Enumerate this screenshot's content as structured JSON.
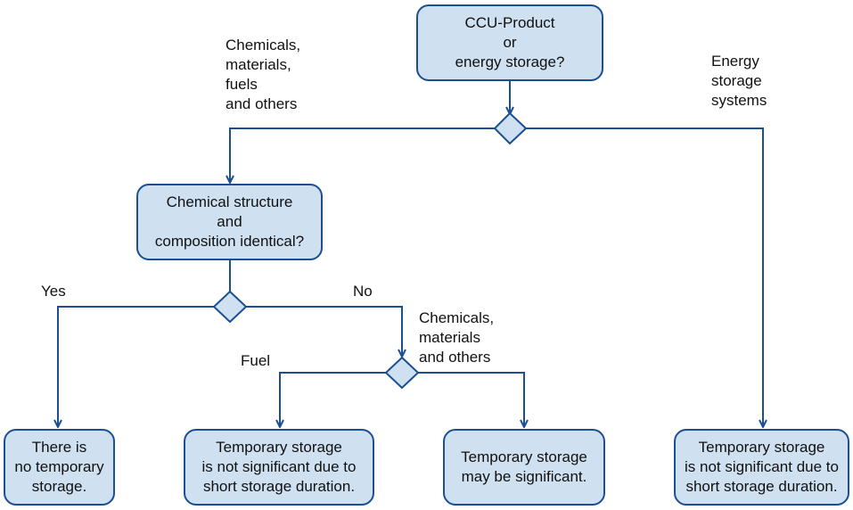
{
  "nodes": {
    "root": "CCU-Product\nor\nenergy storage?",
    "chem_structure": "Chemical structure\nand\ncomposition identical?",
    "no_storage": "There is\nno temporary\nstorage.",
    "fuel_result": "Temporary storage\nis not significant due to\nshort storage duration.",
    "chem_result": "Temporary storage\nmay be significant.",
    "energy_result": "Temporary storage\nis not significant due to\nshort storage duration."
  },
  "labels": {
    "chemicals_materials_fuels": "Chemicals,\nmaterials,\nfuels\nand others",
    "energy_storage_systems": "Energy\nstorage\nsystems",
    "yes": "Yes",
    "no": "No",
    "chemicals_materials_others": "Chemicals,\nmaterials\nand others",
    "fuel": "Fuel"
  },
  "colors": {
    "box_fill": "#cfe0f1",
    "line": "#1b4f93"
  }
}
